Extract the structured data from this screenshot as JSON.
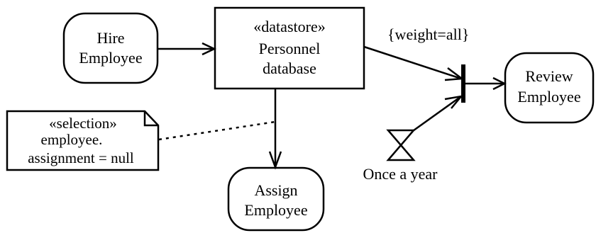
{
  "nodes": {
    "hire": {
      "line1": "Hire",
      "line2": "Employee"
    },
    "datastore": {
      "stereotype": "«datastore»",
      "line1": "Personnel",
      "line2": "database"
    },
    "review": {
      "line1": "Review",
      "line2": "Employee"
    },
    "assign": {
      "line1": "Assign",
      "line2": "Employee"
    }
  },
  "note": {
    "line1": "«selection»",
    "line2": "employee.",
    "line3": "assignment = null"
  },
  "edge_labels": {
    "weight": "{weight=all}"
  },
  "time_event": {
    "label": "Once a year"
  }
}
